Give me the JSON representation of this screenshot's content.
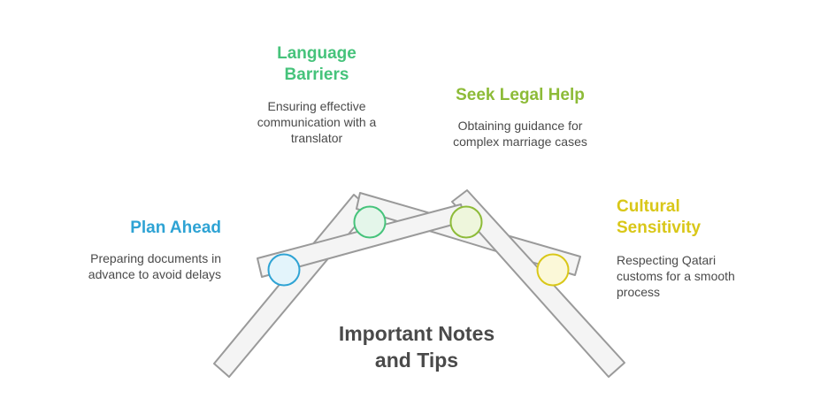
{
  "center_title": "Important Notes\nand Tips",
  "items": [
    {
      "title": "Plan Ahead",
      "description": "Preparing documents in\nadvance to avoid delays",
      "color": "#2ea3d4",
      "fill": "#e3f4fb"
    },
    {
      "title": "Language\nBarriers",
      "description": "Ensuring effective\ncommunication with a\ntranslator",
      "color": "#46c37b",
      "fill": "#e4f6ea"
    },
    {
      "title": "Seek Legal Help",
      "description": "Obtaining guidance for\ncomplex marriage cases",
      "color": "#8dbb38",
      "fill": "#eef6dc"
    },
    {
      "title": "Cultural\nSensitivity",
      "description": "Respecting Qatari\ncustoms for a smooth\nprocess",
      "color": "#d9c718",
      "fill": "#fbf8d8"
    }
  ],
  "beam_color": "#9a9a9a",
  "beam_fill": "#f4f4f4",
  "text_color": "#4a4a4a"
}
